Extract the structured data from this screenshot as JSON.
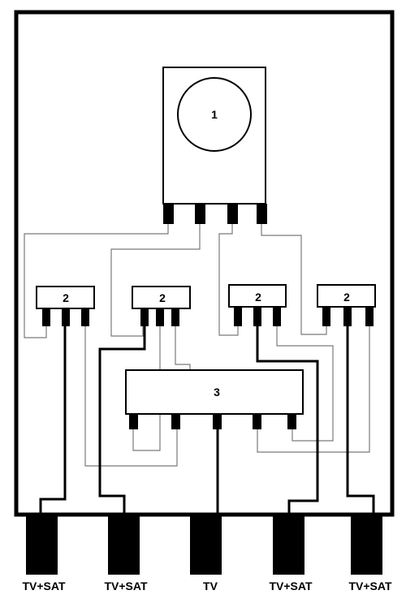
{
  "diagram": {
    "dish_unit": {
      "label": "1"
    },
    "splitters": [
      {
        "label": "2"
      },
      {
        "label": "2"
      },
      {
        "label": "2"
      },
      {
        "label": "2"
      }
    ],
    "combiner": {
      "label": "3"
    },
    "outputs": [
      {
        "label": "TV+SAT"
      },
      {
        "label": "TV+SAT"
      },
      {
        "label": "TV"
      },
      {
        "label": "TV+SAT"
      },
      {
        "label": "TV+SAT"
      }
    ]
  }
}
